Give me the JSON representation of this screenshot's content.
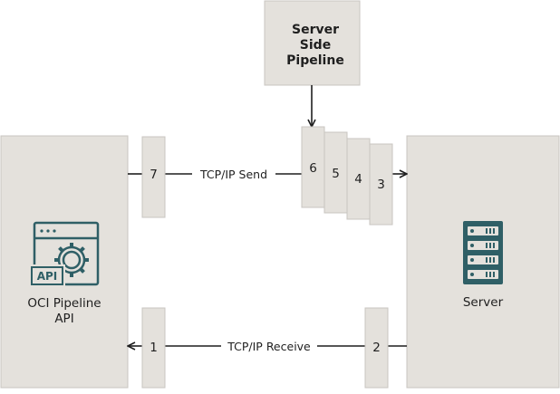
{
  "nodes": {
    "server_side_pipeline": {
      "lines": [
        "Server",
        "Side",
        "Pipeline"
      ]
    },
    "client": {
      "lines": [
        "OCI Pipeline",
        "API"
      ],
      "icon": "api-gear-window-icon",
      "icon_text": "API"
    },
    "server": {
      "lines": [
        "Server"
      ],
      "icon": "server-rack-icon"
    }
  },
  "steps": {
    "s1": "1",
    "s2": "2",
    "s3": "3",
    "s4": "4",
    "s5": "5",
    "s6": "6",
    "s7": "7"
  },
  "messages": {
    "send": "TCP/IP Send",
    "receive": "TCP/IP Receive"
  },
  "colors": {
    "box_fill": "#e4e1dc",
    "box_stroke": "#c8c5c0",
    "line": "#1f1f1f",
    "icon": "#2f5f66"
  }
}
